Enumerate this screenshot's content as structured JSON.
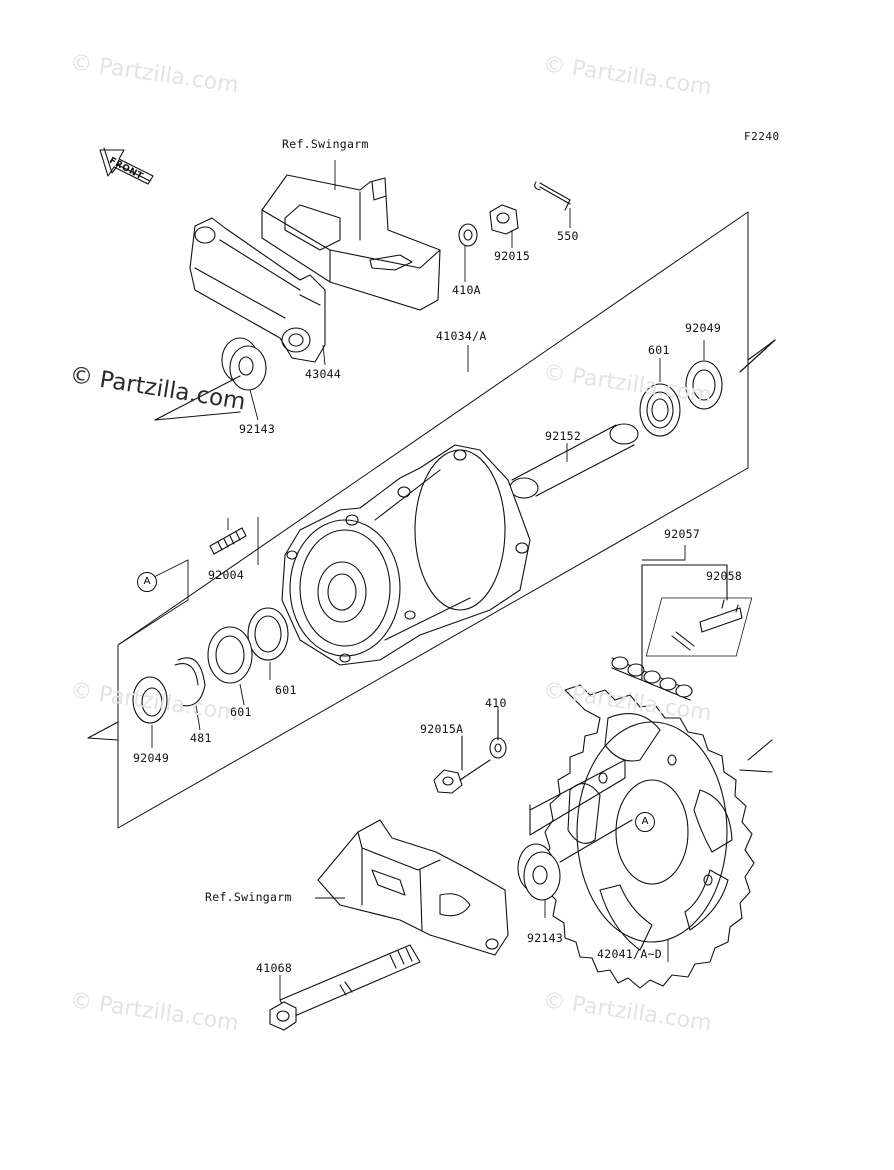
{
  "figure_code": "F2240",
  "front_arrow": "FRONT",
  "watermarks": {
    "faint": "© Partzilla.com",
    "dark": "© Partzilla.com"
  },
  "callouts": {
    "ref_swingarm_top": "Ref.Swingarm",
    "p410A": "410A",
    "p92015": "92015",
    "p550": "550",
    "p43044": "43044",
    "p92143_top": "92143",
    "p41034": "41034/A",
    "p92049_right": "92049",
    "p601_right": "601",
    "p92152": "92152",
    "p92004": "92004",
    "p92057": "92057",
    "p92058": "92058",
    "p601_a": "601",
    "p601_b": "601",
    "p481": "481",
    "p92049_left": "92049",
    "p410": "410",
    "p92015A": "92015A",
    "ref_swingarm_bottom": "Ref.Swingarm",
    "p92143_bottom": "92143",
    "p42041": "42041/A~D",
    "p41068": "41068"
  },
  "circle_refs": {
    "a_left": "A",
    "a_right": "A"
  }
}
